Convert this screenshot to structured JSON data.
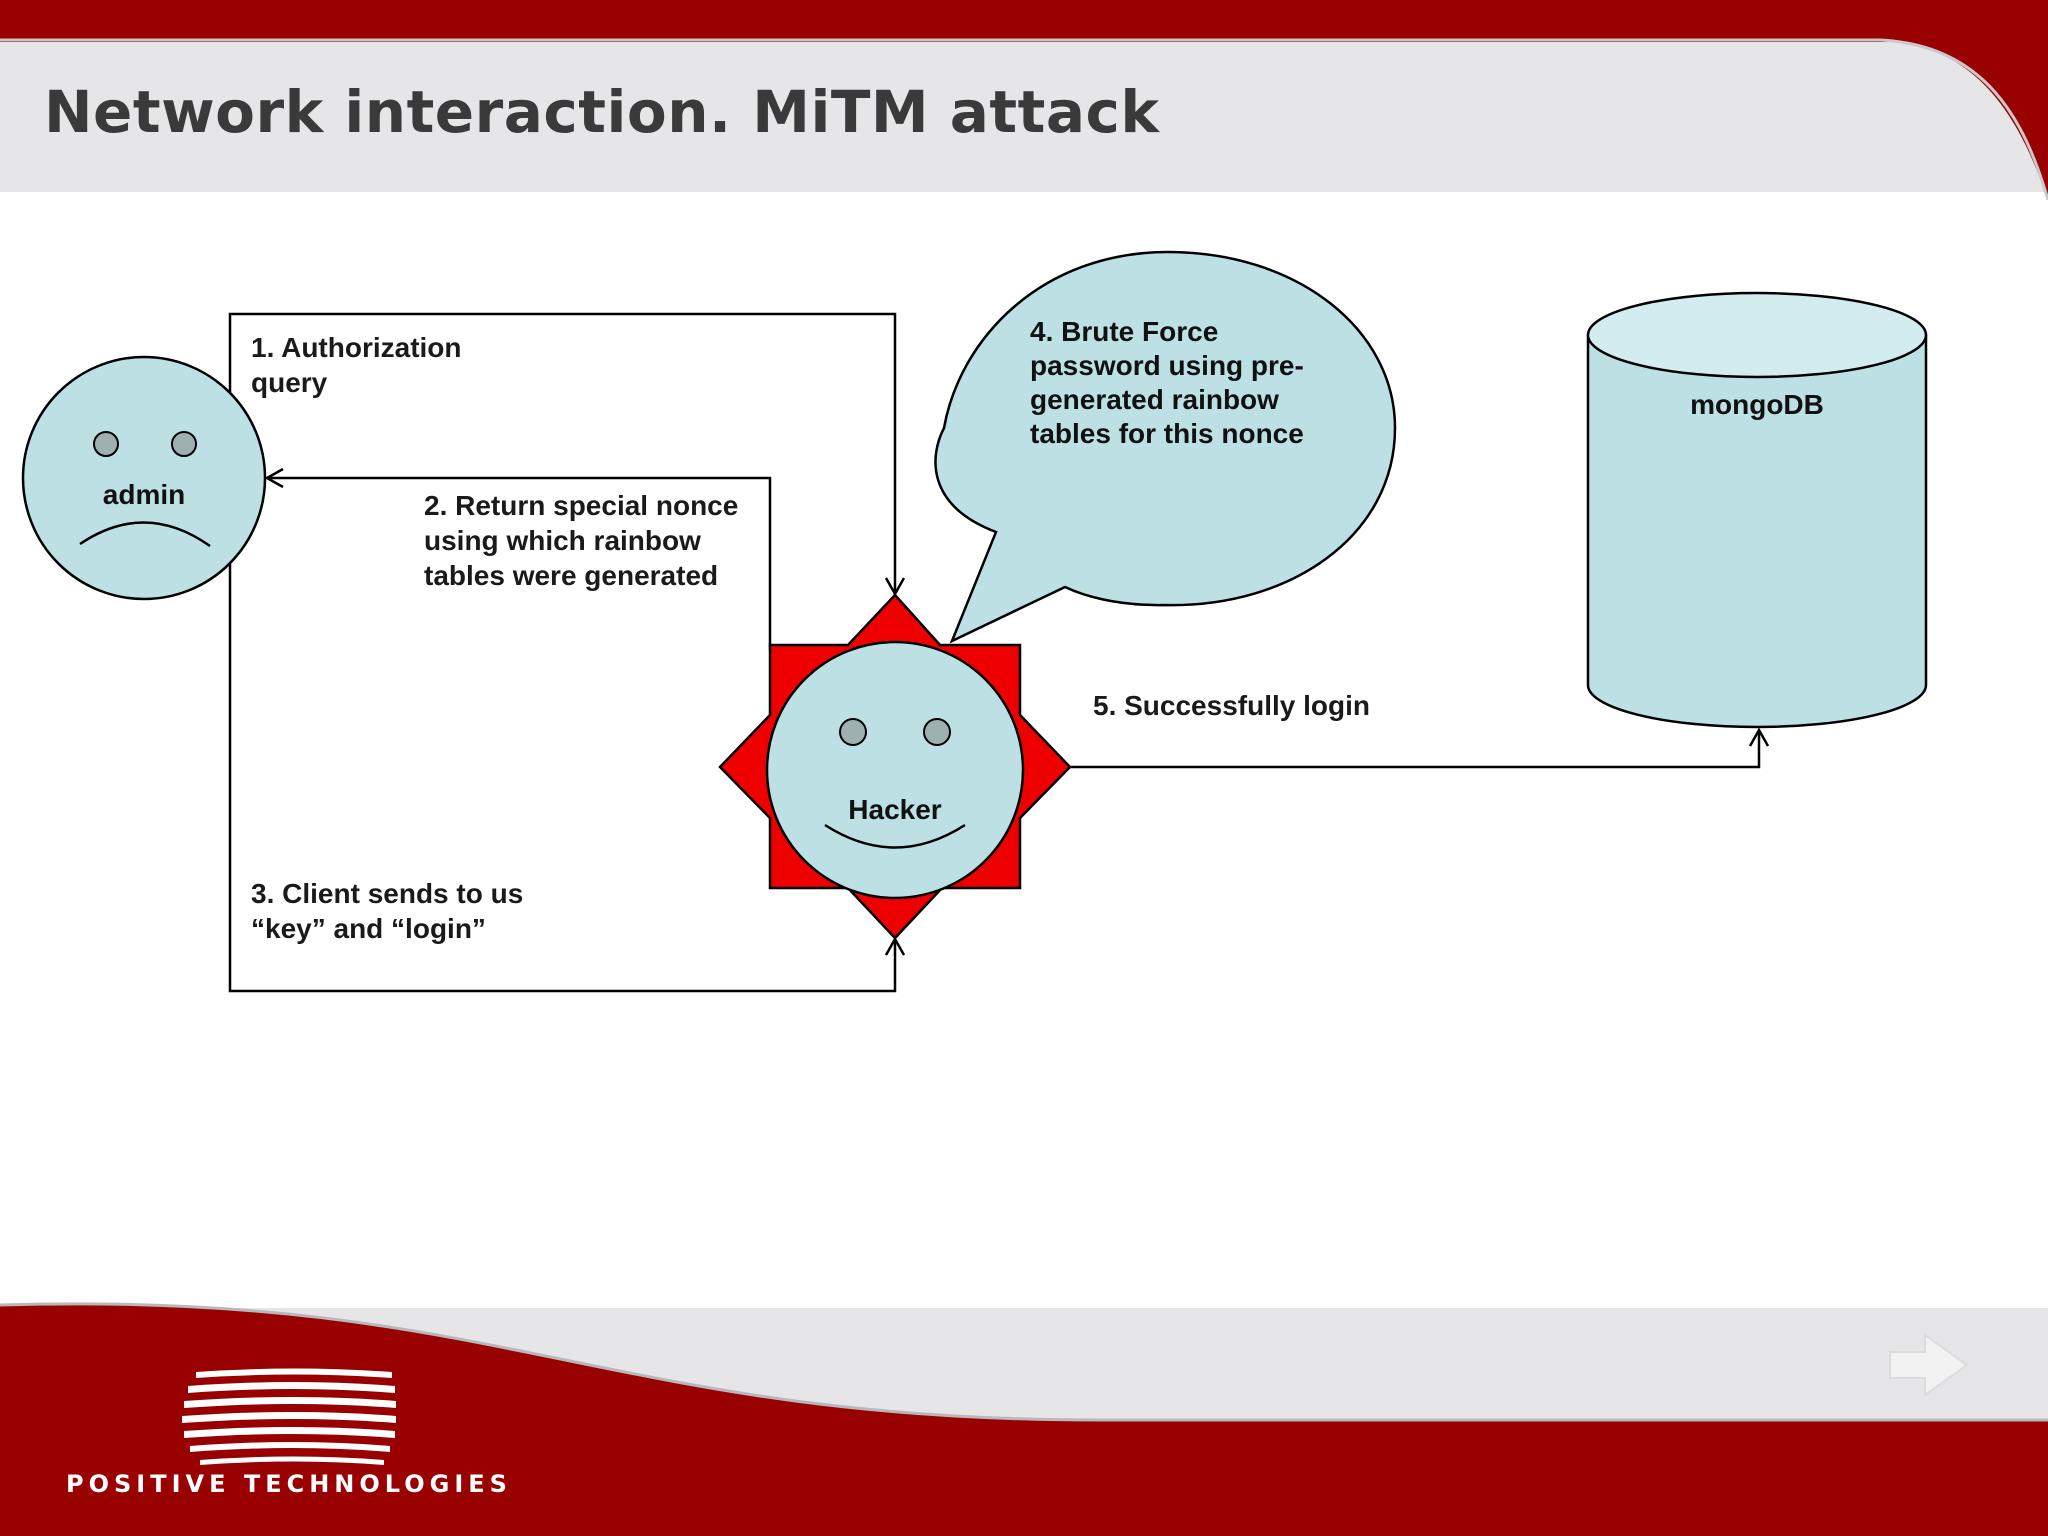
{
  "slide": {
    "title": "Network interaction. MiTM attack",
    "footer_logo_text": "POSITIVE TECHNOLOGIES"
  },
  "diagram": {
    "nodes": {
      "admin": "admin",
      "hacker": "Hacker",
      "db": "mongoDB",
      "bubble": "4. Brute Force\npassword using pre-\ngenerated rainbow\ntables for this nonce"
    },
    "edges": {
      "step1": "1. Authorization\nquery",
      "step2": "2. Return special nonce\nusing which rainbow\ntables were generated",
      "step3": "3. Client sends to us\n“key” and “login”",
      "step5": "5. Successfully login"
    }
  },
  "colors": {
    "theme_red": "#990000",
    "header_gray": "#e6e6e8",
    "shape_fill": "#bde0e5",
    "star_red": "#ee0000"
  },
  "icons": {
    "next": "arrow-right-icon",
    "logo": "positive-technologies-logo"
  }
}
